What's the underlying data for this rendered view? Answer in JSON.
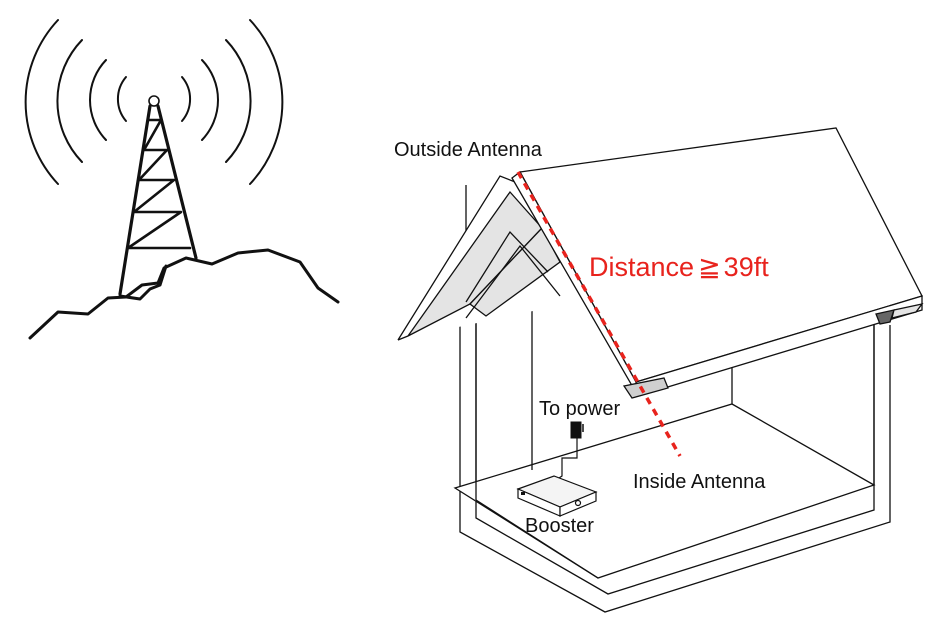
{
  "diagram": {
    "labels": {
      "outside_antenna": "Outside Antenna",
      "distance": "Distance",
      "distance_symbol": "≧",
      "distance_value": "39ft",
      "to_power": "To power",
      "inside_antenna": "Inside Antenna",
      "booster": "Booster"
    },
    "colors": {
      "line": "#111111",
      "distance": "#e8231d",
      "roof_underside": "#e4e4e4"
    },
    "icons": {
      "tower": "cell-tower-icon",
      "signal": "signal-waves-icon",
      "plug": "power-plug-icon",
      "booster": "signal-booster-icon"
    }
  }
}
